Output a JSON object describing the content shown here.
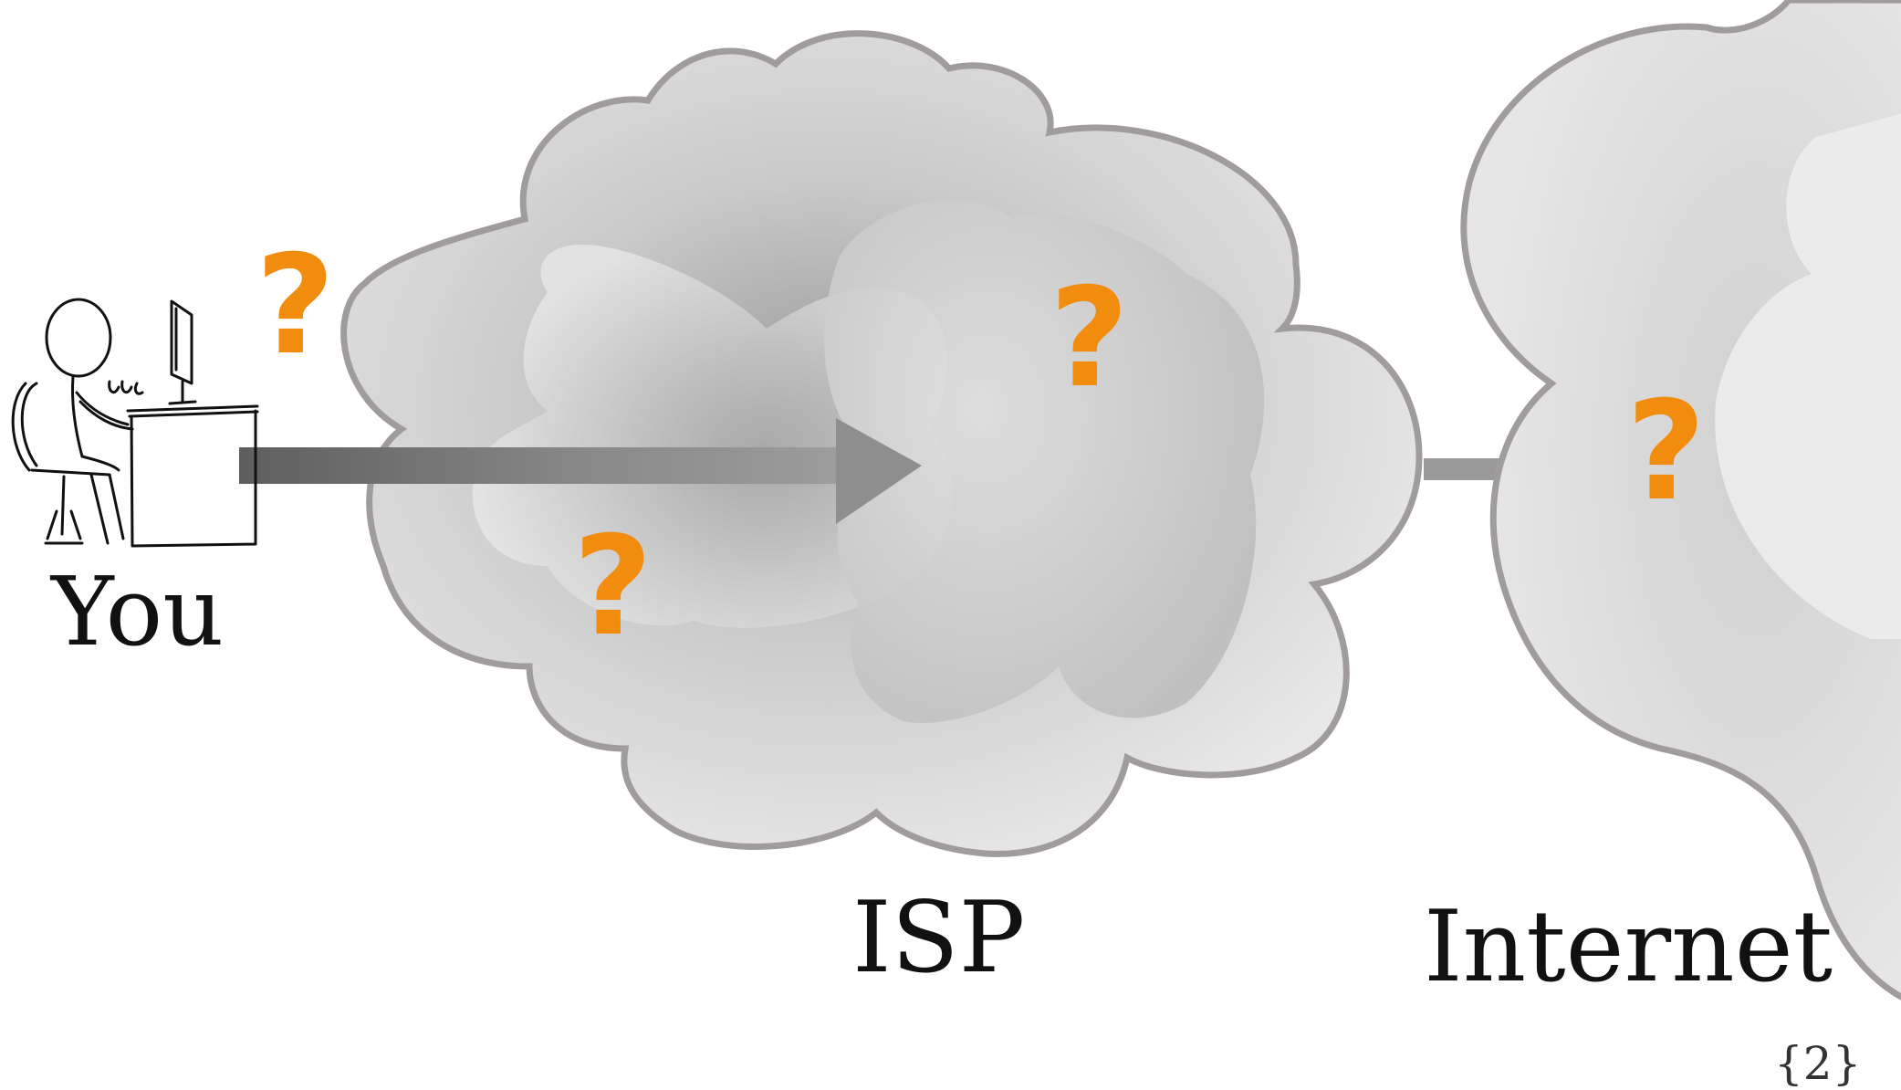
{
  "labels": {
    "you": "You",
    "isp": "ISP",
    "internet": "Internet",
    "page_number": "{2}"
  },
  "question_mark": "?",
  "colors": {
    "question_mark": "#f28c0f",
    "cloud_outline": "#a09c9c",
    "cloud_fill": "#e3e3e3",
    "arrow": "#6a6a6a",
    "link": "#9a9a9a",
    "text": "#111111"
  },
  "icons": {
    "person": "stick-figure-at-computer-icon",
    "isp": "cloud-icon",
    "internet": "cloud-icon"
  }
}
